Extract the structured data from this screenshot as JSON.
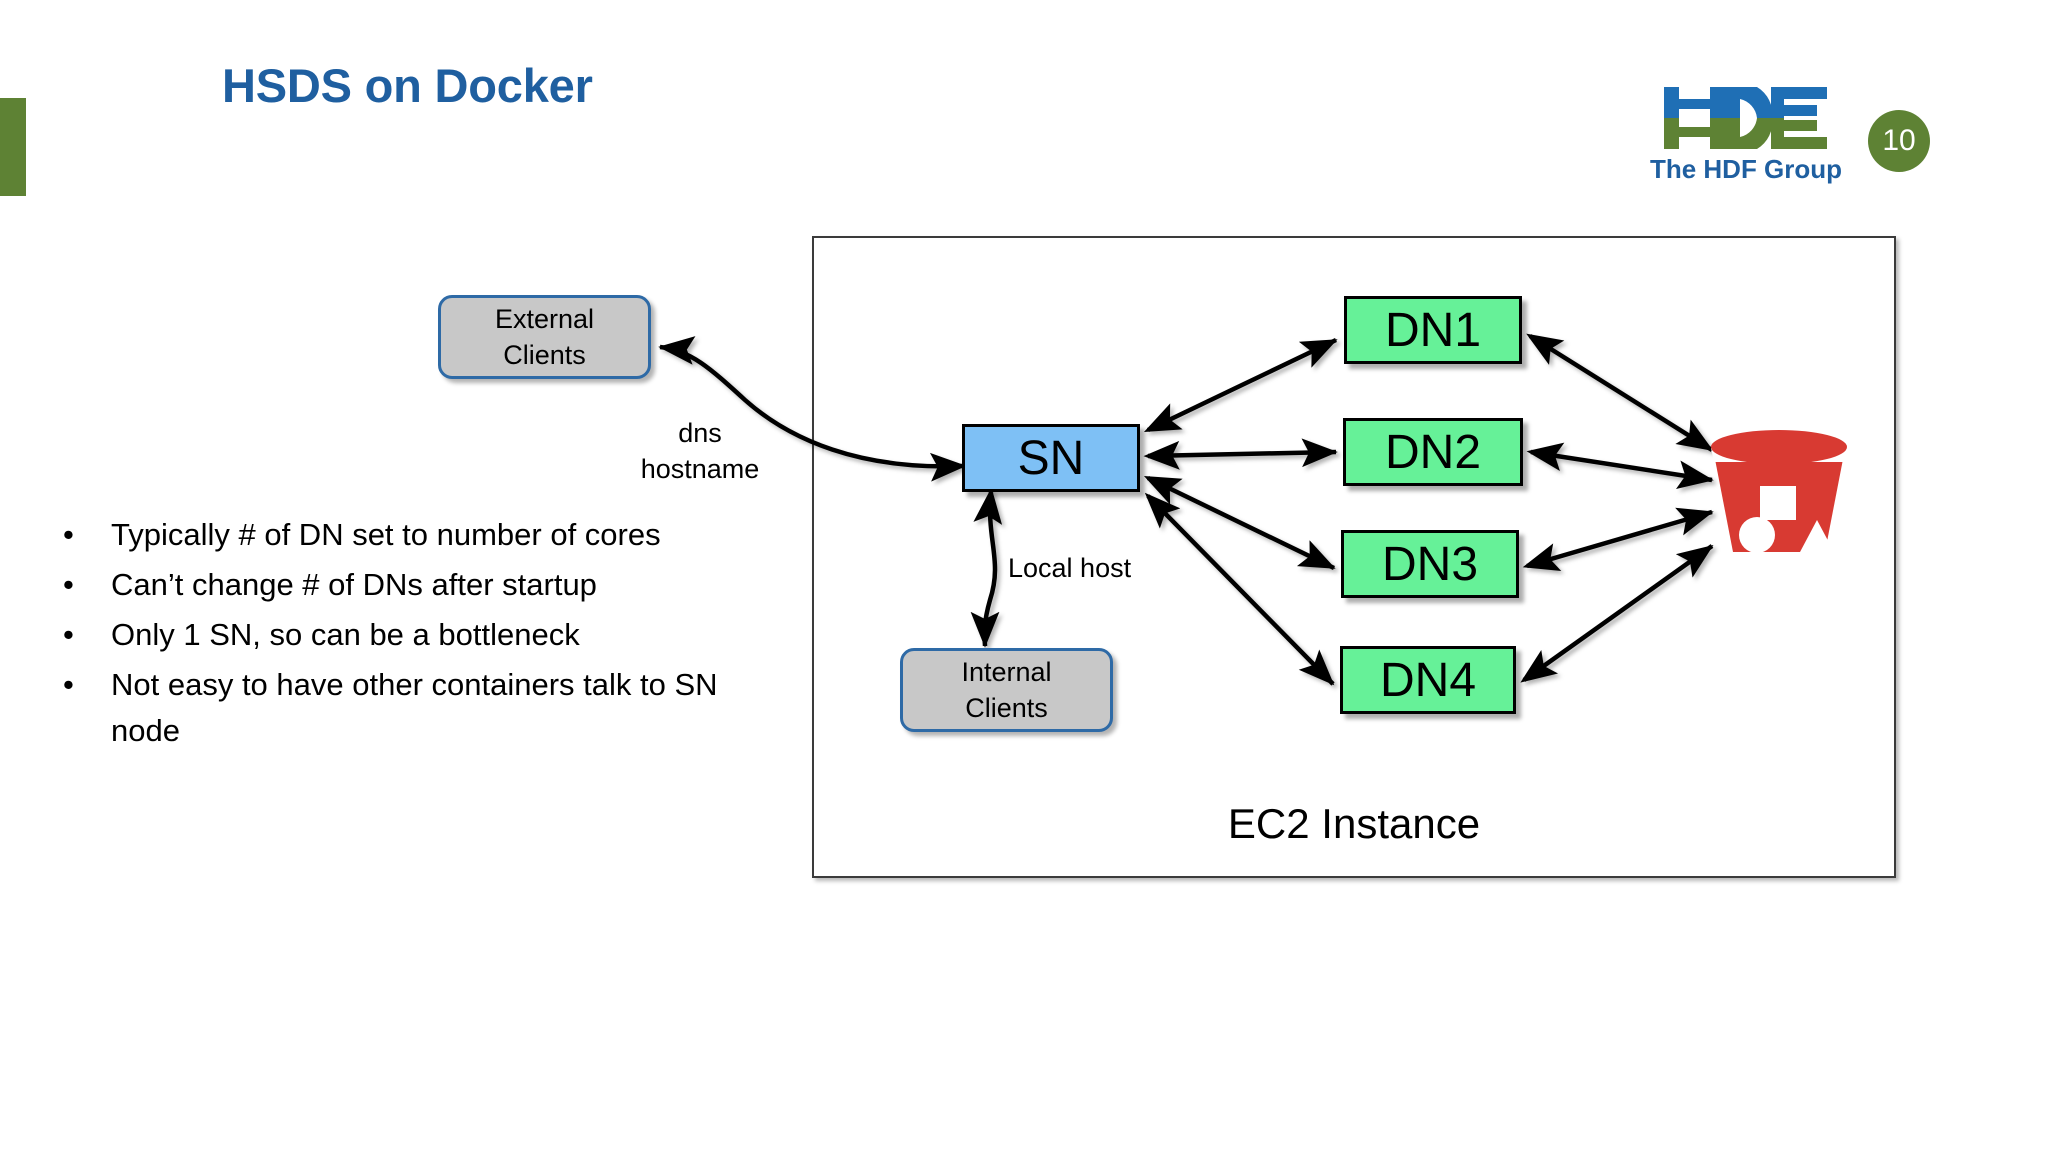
{
  "slide": {
    "title": "HSDS on Docker",
    "slide_number": "10",
    "accent_color": "#5E8234",
    "title_color": "#1F5FA0"
  },
  "logo": {
    "caption": "The HDF Group",
    "mark_top_color": "#1F6FB5",
    "mark_bottom_color": "#5E8234"
  },
  "bullets": {
    "marker": "•",
    "items": [
      "Typically # of DN set to number of cores",
      "Can’t change # of DNs after startup",
      "Only 1 SN, so can be a bottleneck",
      "Not easy to have other containers talk to SN node"
    ]
  },
  "diagram": {
    "container_label": "EC2 Instance",
    "nodes": {
      "sn": {
        "label": "SN",
        "fill": "#7EC0F5"
      },
      "dn1": {
        "label": "DN1",
        "fill": "#66F198"
      },
      "dn2": {
        "label": "DN2",
        "fill": "#66F198"
      },
      "dn3": {
        "label": "DN3",
        "fill": "#66F198"
      },
      "dn4": {
        "label": "DN4",
        "fill": "#66F198"
      },
      "external_clients": {
        "line1": "External",
        "line2": "Clients",
        "fill": "#C8C8C8"
      },
      "internal_clients": {
        "line1": "Internal",
        "line2": "Clients",
        "fill": "#C8C8C8"
      },
      "s3_bucket": {
        "name": "s3-bucket-icon",
        "fill": "#D83A32"
      }
    },
    "edge_labels": {
      "dns_line1": "dns",
      "dns_line2": "hostname",
      "local_host": "Local host"
    }
  }
}
